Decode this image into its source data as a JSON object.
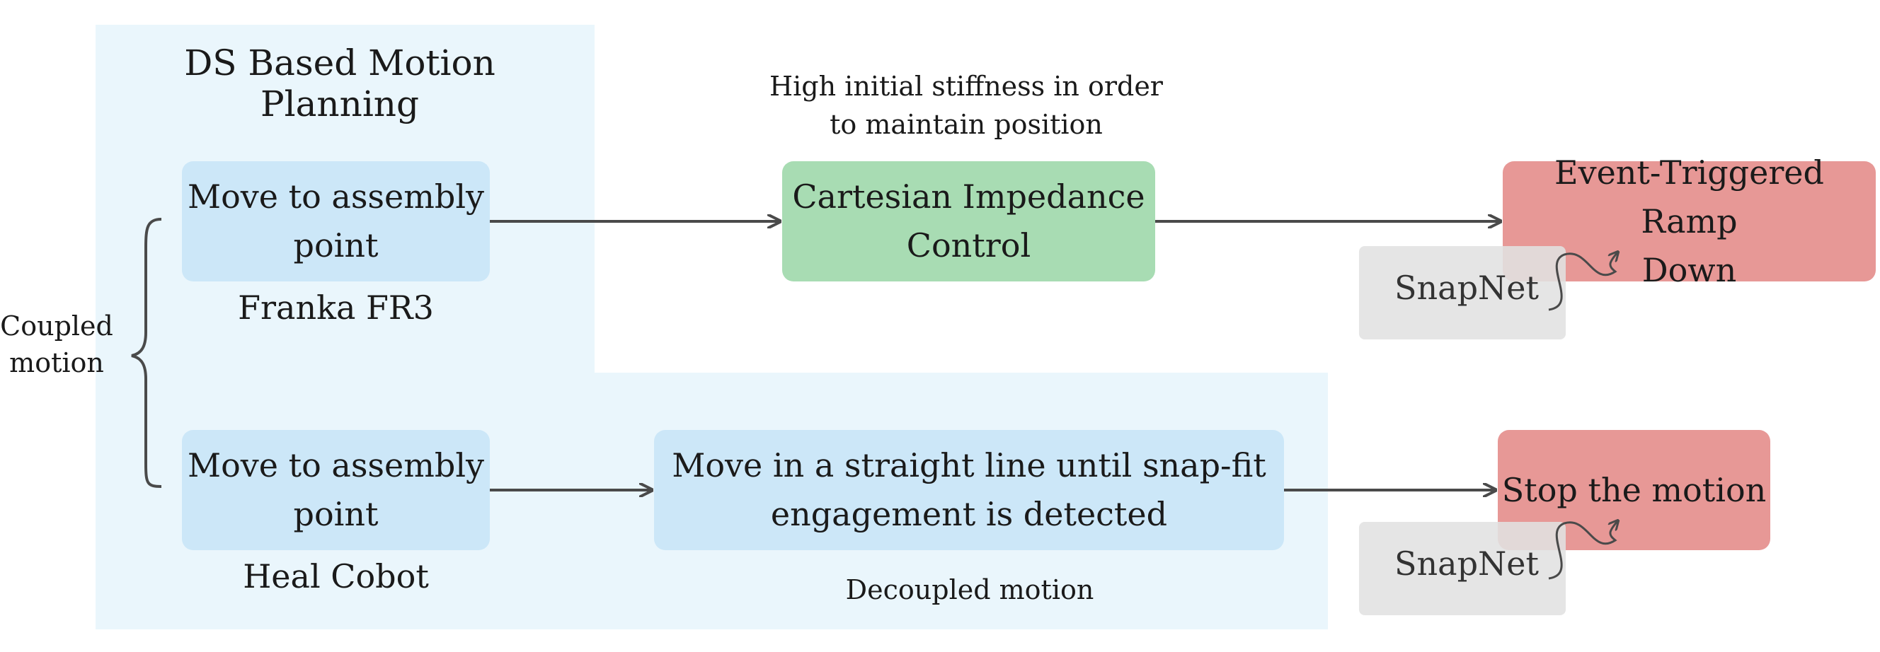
{
  "regions": {
    "ds_title": "DS Based Motion Planning",
    "decoupled_label": "Decoupled motion"
  },
  "coupled": {
    "line1": "Coupled",
    "line2": "motion"
  },
  "annotation": {
    "line1": "High initial stiffness in order",
    "line2": "to maintain position"
  },
  "top_row": {
    "move_box": {
      "line1": "Move to assembly",
      "line2": "point"
    },
    "robot_label": "Franka FR3",
    "control_box": {
      "line1": "Cartesian Impedance",
      "line2": "Control"
    },
    "event_box": {
      "line1": "Event-Triggered Ramp",
      "line2": "Down"
    },
    "snapnet": "SnapNet"
  },
  "bottom_row": {
    "move_box": {
      "line1": "Move to assembly",
      "line2": "point"
    },
    "robot_label": "Heal Cobot",
    "straight_box": {
      "line1": "Move in a straight line until snap-fit",
      "line2": "engagement is detected"
    },
    "stop_box": "Stop the motion",
    "snapnet": "SnapNet"
  },
  "colors": {
    "region_bg": "#eaf6fc",
    "blue_box": "#cce7f8",
    "green_box": "#a8dcb3",
    "red_box": "#e79896",
    "snapnet_bg": "#e1e1e1",
    "arrow": "#4a4a4a"
  }
}
